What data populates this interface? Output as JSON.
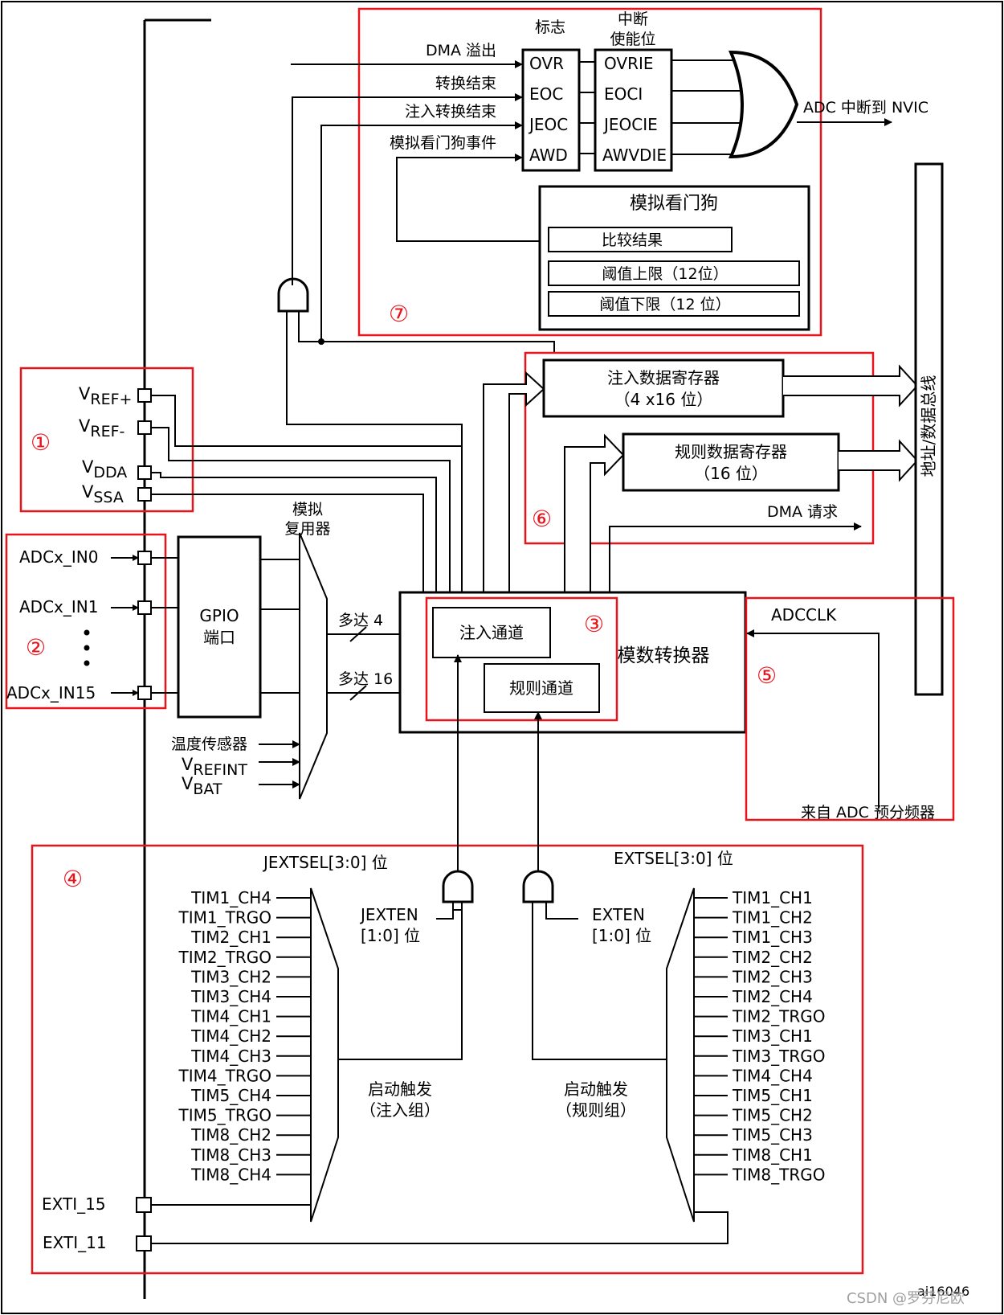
{
  "sections": {
    "s1": "①",
    "s2": "②",
    "s3": "③",
    "s4": "④",
    "s5": "⑤",
    "s6": "⑥",
    "s7": "⑦"
  },
  "interrupt": {
    "flag_header": "标志",
    "enable_header_1": "中断",
    "enable_header_2": "使能位",
    "in_dma": "DMA 溢出",
    "in_eoc": "转换结束",
    "in_jeoc": "注入转换结束",
    "in_awd": "模拟看门狗事件",
    "flags": [
      "OVR",
      "EOC",
      "JEOC",
      "AWD"
    ],
    "enables": [
      "OVRIE",
      "EOCI",
      "JEOCIE",
      "AWVDIE"
    ],
    "output": "ADC 中断到 NVIC"
  },
  "watchdog": {
    "title": "模拟看门狗",
    "compare": "比较结果",
    "high": "阈值上限（12位）",
    "low": "阈值下限（12 位）"
  },
  "registers": {
    "injected_1": "注入数据寄存器",
    "injected_2": "（4 x16 位）",
    "regular_1": "规则数据寄存器",
    "regular_2": "（16 位）",
    "dma": "DMA 请求",
    "bus": "地址/数据总线"
  },
  "power": {
    "vrefp_main": "V",
    "vrefp_sub": "REF+",
    "vrefm_main": "V",
    "vrefm_sub": "REF-",
    "vdda_main": "V",
    "vdda_sub": "DDA",
    "vssa_main": "V",
    "vssa_sub": "SSA"
  },
  "inputs": {
    "in0": "ADCx_IN0",
    "in1": "ADCx_IN1",
    "in15": "ADCx_IN15",
    "ellipsis": "⋮"
  },
  "gpio": {
    "line1": "GPIO",
    "line2": "端口"
  },
  "mux": {
    "title_1": "模拟",
    "title_2": "复用器",
    "up_to_4": "多达 4",
    "up_to_16": "多达 16",
    "temp": "温度传感器",
    "vrefint_main": "V",
    "vrefint_sub": "REFINT",
    "vbat_main": "V",
    "vbat_sub": "BAT"
  },
  "adc": {
    "title": "模数转换器",
    "injected": "注入通道",
    "regular": "规则通道"
  },
  "clock": {
    "adcclk": "ADCCLK",
    "prescaler": "来自 ADC 预分频器"
  },
  "triggers": {
    "jextsel": "JEXTSEL[3:0] 位",
    "extsel": "EXTSEL[3:0] 位",
    "jexten_1": "JEXTEN",
    "jexten_2": "[1:0] 位",
    "exten_1": "EXTEN",
    "exten_2": "[1:0] 位",
    "inj_group_1": "启动触发",
    "inj_group_2": "（注入组）",
    "reg_group_1": "启动触发",
    "reg_group_2": "（规则组）",
    "injected_sources": [
      "TIM1_CH4",
      "TIM1_TRGO",
      "TIM2_CH1",
      "TIM2_TRGO",
      "TIM3_CH2",
      "TIM3_CH4",
      "TIM4_CH1",
      "TIM4_CH2",
      "TIM4_CH3",
      "TIM4_TRGO",
      "TIM5_CH4",
      "TIM5_TRGO",
      "TIM8_CH2",
      "TIM8_CH3",
      "TIM8_CH4"
    ],
    "regular_sources": [
      "TIM1_CH1",
      "TIM1_CH2",
      "TIM1_CH3",
      "TIM2_CH2",
      "TIM2_CH3",
      "TIM2_CH4",
      "TIM2_TRGO",
      "TIM3_CH1",
      "TIM3_TRGO",
      "TIM4_CH4",
      "TIM5_CH1",
      "TIM5_CH2",
      "TIM5_CH3",
      "TIM8_CH1",
      "TIM8_TRGO"
    ],
    "exti15": "EXTI_15",
    "exti11": "EXTI_11"
  },
  "footer": {
    "code": "ai16046",
    "watermark": "CSDN @罗芬尼欧"
  }
}
